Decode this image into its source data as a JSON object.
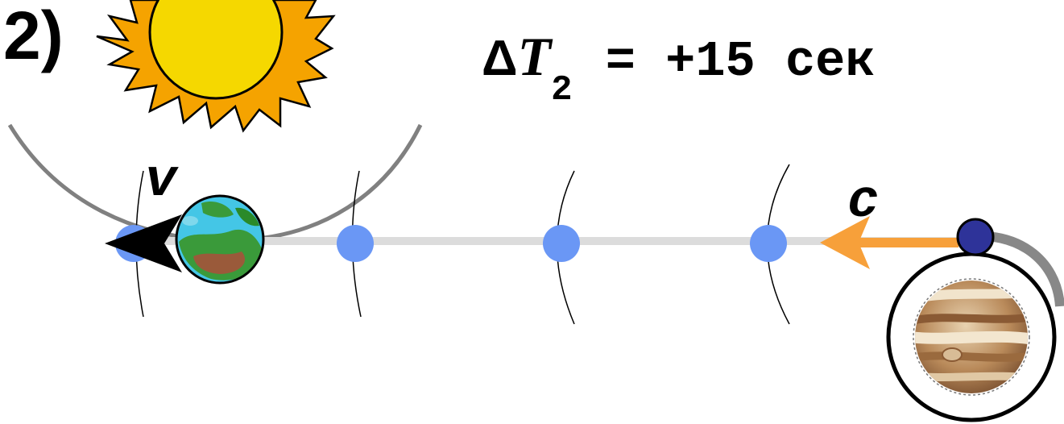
{
  "step_label": "2)",
  "formula": {
    "delta": "Δ",
    "variable": "T",
    "subscript": "2",
    "rest": " = +15 сек"
  },
  "vectors": {
    "earth_velocity": "v",
    "light_speed": "c"
  },
  "colors": {
    "beam": "#dcdcdc",
    "dots": "#6a97f5",
    "light_arrow": "#f7a03a",
    "orbit": "#808080",
    "io": "#2e3399",
    "sun": "#f5d800",
    "sun_rays": "#f5a300",
    "earth_ocean": "#44c6e6",
    "earth_land": "#3a9a3a",
    "jupiter": "#b98a5a"
  },
  "icons": [
    "sun-icon",
    "earth-icon",
    "jupiter-icon",
    "io-moon-icon"
  ]
}
